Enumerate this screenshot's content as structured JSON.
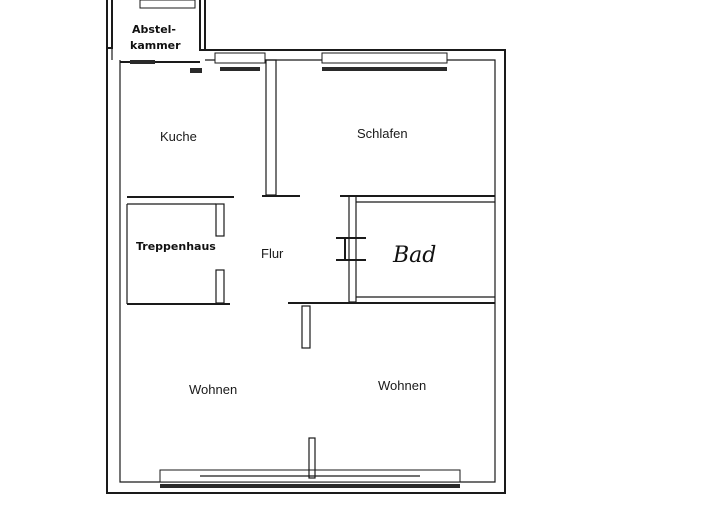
{
  "plan": {
    "rooms": {
      "abstellkammer_line1": "Abstel-",
      "abstellkammer_line2": "kammer",
      "kueche": "Kuche",
      "schlafen": "Schlafen",
      "treppenhaus": "Treppenhaus",
      "flur": "Flur",
      "bad": "Bad",
      "wohnen_left": "Wohnen",
      "wohnen_right": "Wohnen"
    }
  }
}
